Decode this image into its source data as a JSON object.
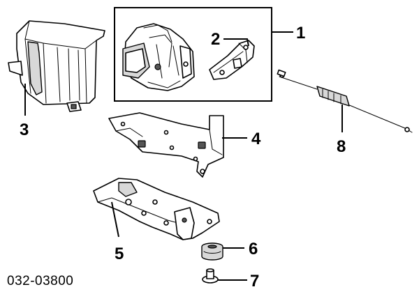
{
  "callouts": {
    "c1": "1",
    "c2": "2",
    "c3": "3",
    "c4": "4",
    "c5": "5",
    "c6": "6",
    "c7": "7",
    "c8": "8"
  },
  "diagram_code": "032-03800"
}
